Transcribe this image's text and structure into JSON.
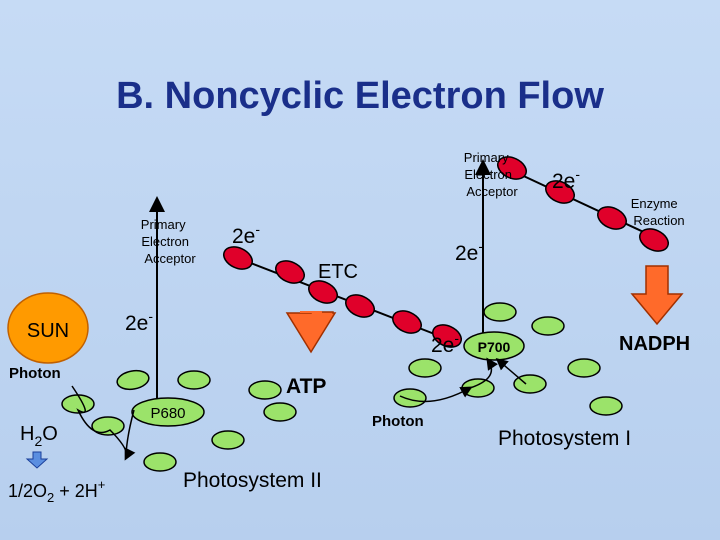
{
  "title": "B. Noncyclic Electron Flow",
  "labels": {
    "primary_acceptor": [
      "Primary",
      "Electron",
      "Acceptor"
    ],
    "two_e": "2e",
    "minus": "-",
    "etc": "ETC",
    "sun": "SUN",
    "photon": "Photon",
    "h2o_h": "H",
    "h2o_sub": "2",
    "h2o_o": "O",
    "o2_part1": "1/2O",
    "o2_sub": "2",
    "o2_part2": " + 2H",
    "o2_sup": "+",
    "p680": "P680",
    "p700": "P700",
    "atp": "ATP",
    "nadph": "NADPH",
    "enzyme": [
      "Enzyme",
      "Reaction"
    ],
    "ps2": "Photosystem II",
    "ps1": "Photosystem I"
  },
  "colors": {
    "title": "#1a2f8a",
    "background": "#bcd3f0",
    "sun": "#ff9a00",
    "electron": "#e0002a",
    "pigment": "#9be36a",
    "arrow": "#ff6a2a",
    "small_arrow": "#5a8ee0"
  }
}
